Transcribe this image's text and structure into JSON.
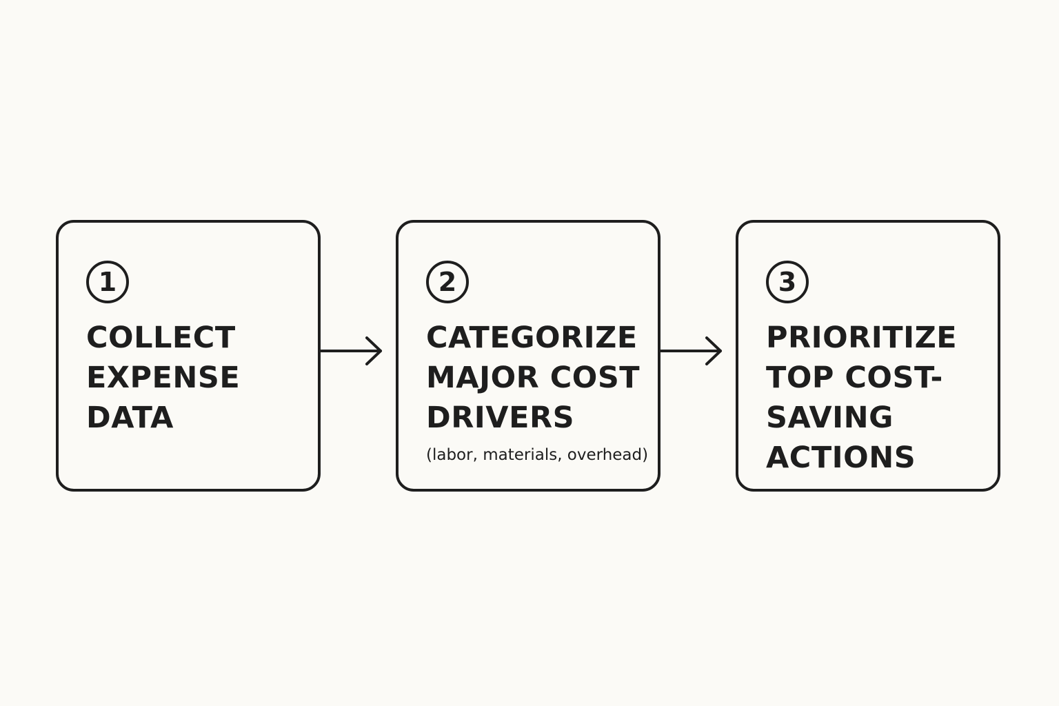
{
  "background_color": "#fbfaf6",
  "ink_color": "#1e1e1e",
  "steps": [
    {
      "number": "1",
      "title_lines": [
        "COLLECT",
        "EXPENSE",
        "DATA"
      ]
    },
    {
      "number": "2",
      "title_lines": [
        "CATEGORIZE",
        "MAJOR COST",
        "DRIVERS"
      ],
      "note": "(labor, materials, overhead)"
    },
    {
      "number": "3",
      "title_lines": [
        "PRIORITIZE",
        "TOP COST-",
        "SAVING",
        "ACTIONS"
      ]
    }
  ],
  "connectors": [
    {
      "from": "1",
      "to": "2",
      "icon": "arrow-right-icon"
    },
    {
      "from": "2",
      "to": "3",
      "icon": "arrow-right-icon"
    }
  ]
}
